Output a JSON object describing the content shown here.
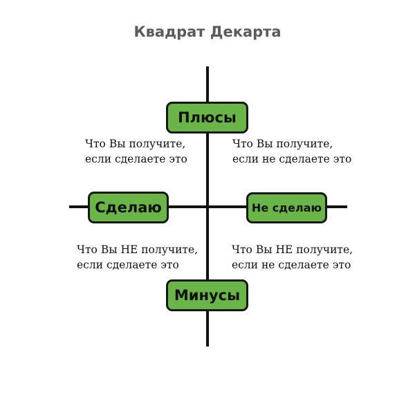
{
  "title": "Квадрат Декарта",
  "colors": {
    "node_fill": "#6ab547",
    "line": "#111111"
  },
  "nodes": {
    "top": "Плюсы",
    "left": "Сделаю",
    "right": "Не сделаю",
    "bottom": "Минусы"
  },
  "quadrants": {
    "top_left": [
      "Что Вы получите,",
      "если сделаете это"
    ],
    "top_right": [
      "Что Вы получите,",
      "если не сделаете это"
    ],
    "bottom_left": [
      "Что Вы НЕ получите,",
      "если сделаете это"
    ],
    "bottom_right": [
      "Что Вы НЕ получите,",
      "если не сделаете это"
    ]
  }
}
